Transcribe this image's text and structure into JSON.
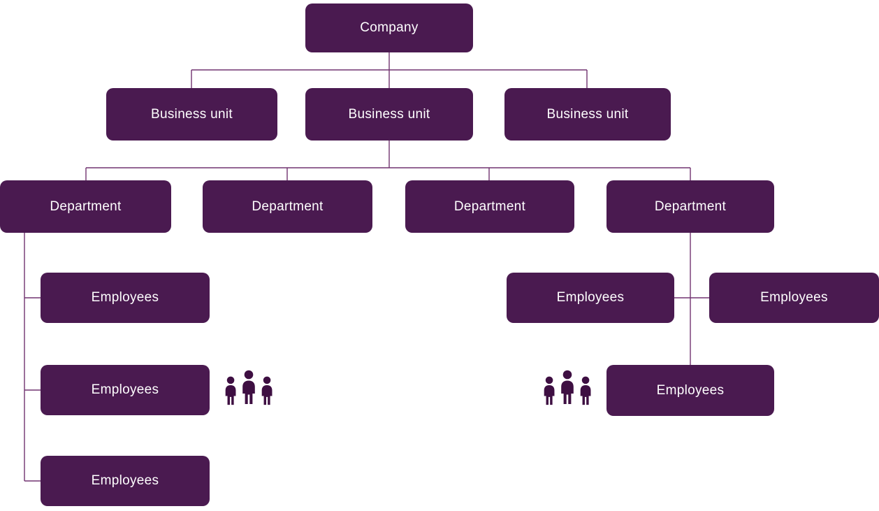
{
  "org_chart": {
    "colors": {
      "box": "#4A1A50",
      "line": "#713370",
      "text": "#FFFFFF",
      "icon": "#3E0F42",
      "background": "#FFFFFF"
    },
    "company": {
      "label": "Company"
    },
    "business_units": [
      {
        "label": "Business unit"
      },
      {
        "label": "Business unit"
      },
      {
        "label": "Business unit"
      }
    ],
    "departments": [
      {
        "label": "Department"
      },
      {
        "label": "Department"
      },
      {
        "label": "Department"
      },
      {
        "label": "Department"
      }
    ],
    "employees_left": [
      {
        "label": "Employees"
      },
      {
        "label": "Employees"
      },
      {
        "label": "Employees"
      }
    ],
    "employees_right": [
      {
        "label": "Employees"
      },
      {
        "label": "Employees"
      },
      {
        "label": "Employees"
      }
    ],
    "icons": {
      "left": "people-group-icon",
      "right": "people-group-icon"
    }
  }
}
